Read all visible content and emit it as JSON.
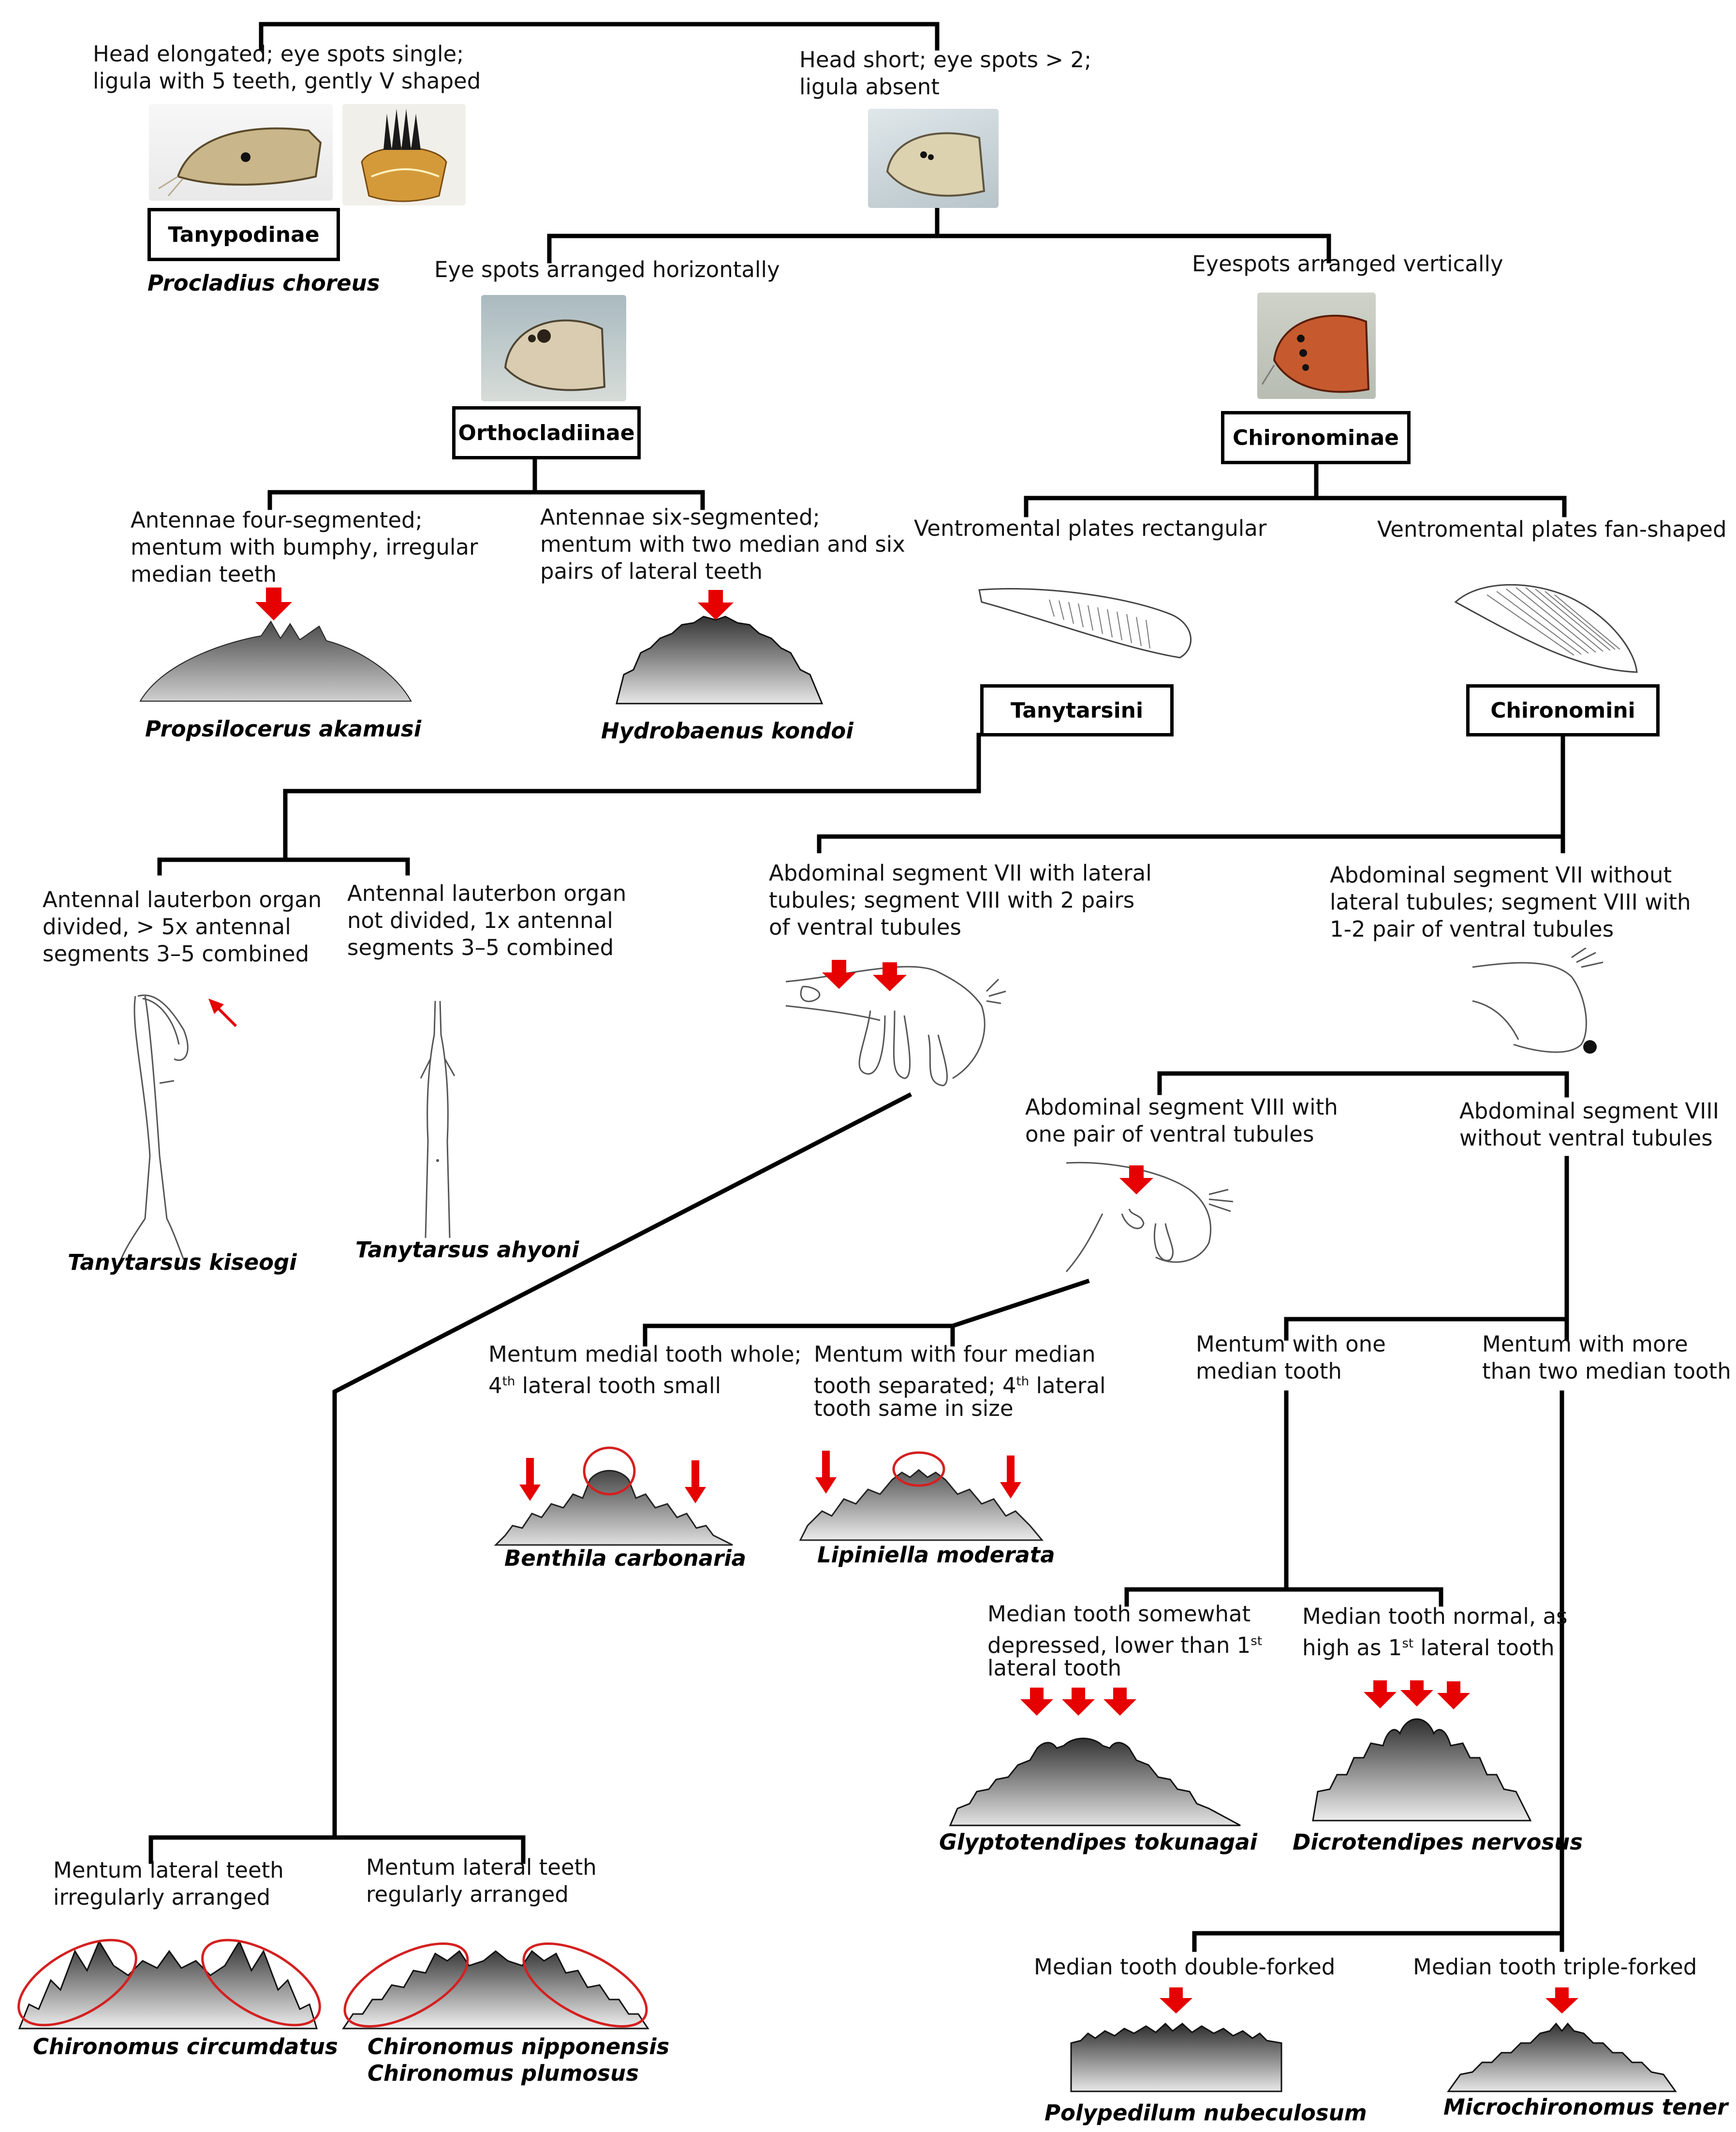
{
  "root": {
    "left": {
      "line1": "Head  elongated; eye spots single;",
      "line2": "ligula with 5 teeth, gently V shaped"
    },
    "right": {
      "line1": "Head short; eye spots > 2;",
      "line2": "ligula absent"
    }
  },
  "tanypodinae": {
    "label": "Tanypodinae",
    "species": "Procladius choreus"
  },
  "eyes": {
    "horizontal": "Eye spots arranged horizontally",
    "vertical": "Eyespots arranged vertically"
  },
  "orthocladiinae": {
    "label": "Orthocladiinae",
    "left": {
      "line1": "Antennae four-segmented;",
      "line2": "mentum with bumphy, irregular",
      "line3": "median teeth",
      "species": "Propsilocerus akamusi"
    },
    "right": {
      "line1": "Antennae six-segmented;",
      "line2": "mentum with two median and six",
      "line3": "pairs of lateral teeth",
      "species": "Hydrobaenus kondoi"
    }
  },
  "chironominae": {
    "label": "Chironominae",
    "rect": "Ventromental plates rectangular",
    "fan": "Ventromental plates fan-shaped"
  },
  "tanytarsini": {
    "label": "Tanytarsini",
    "left": {
      "line1": "Antennal lauterbon organ",
      "line2": "divided, > 5x antennal",
      "line3": "segments 3–5 combined",
      "species": "Tanytarsus kiseogi"
    },
    "right": {
      "line1": "Antennal lauterbon organ",
      "line2": "not divided, 1x antennal",
      "line3": "segments 3–5 combined",
      "species": "Tanytarsus ahyoni"
    }
  },
  "chironomini": {
    "label": "Chironomini",
    "with": {
      "line1": "Abdominal segment VII with lateral",
      "line2": "tubules; segment VIII with 2 pairs",
      "line3": "of ventral tubules"
    },
    "without": {
      "line1": "Abdominal segment VII without",
      "line2": "lateral tubules; segment VIII with",
      "line3": "1-2 pair of ventral tubules"
    }
  },
  "seg8": {
    "one": {
      "line1": "Abdominal segment VIII with",
      "line2": "one pair of ventral tubules"
    },
    "none": {
      "line1": "Abdominal segment VIII",
      "line2": "without ventral tubules"
    }
  },
  "benthila": {
    "line1": "Mentum medial tooth whole;",
    "line2a": "4",
    "line2sup": "th",
    "line2b": " lateral tooth small",
    "species": "Benthila carbonaria"
  },
  "lipiniella": {
    "line1": "Mentum with four median",
    "line2a": "tooth separated; 4",
    "line2sup": "th",
    "line2b": " lateral",
    "line3": "tooth same in size",
    "species": "Lipiniella moderata"
  },
  "mentum": {
    "one": {
      "line1": "Mentum with one",
      "line2": "median tooth"
    },
    "more": {
      "line1": "Mentum with more",
      "line2": "than two median tooth"
    }
  },
  "glypto": {
    "line1": "Median tooth somewhat",
    "line2a": "depressed, lower than 1",
    "line2sup": "st",
    "line3": "lateral tooth",
    "species": "Glyptotendipes tokunagai"
  },
  "dicro": {
    "line1": "Median tooth normal, as",
    "line2a": "high as 1",
    "line2sup": "st",
    "line2b": " lateral tooth",
    "species": "Dicrotendipes nervosus"
  },
  "chironomus": {
    "irregular": {
      "line1": "Mentum lateral teeth",
      "line2": "irregularly arranged",
      "species": "Chironomus circumdatus"
    },
    "regular": {
      "line1": "Mentum lateral teeth",
      "line2": "regularly arranged",
      "species1": "Chironomus nipponensis",
      "species2": "Chironomus plumosus"
    }
  },
  "forked": {
    "double": {
      "label": "Median tooth double-forked",
      "species": "Polypedilum nubeculosum"
    },
    "triple": {
      "label": "Median tooth triple-forked",
      "species": "Microchironomus tener"
    }
  },
  "colors": {
    "arrow": "#e60000",
    "circle": "#d42020",
    "line": "#000000"
  }
}
